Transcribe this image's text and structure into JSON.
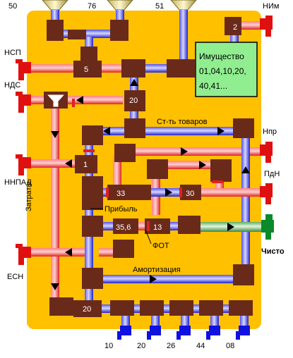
{
  "colors": {
    "board": "#ffc000",
    "pipe_red": "#ff3030",
    "pipe_blue": "#3a3aff",
    "pipe_green": "#7cc07c",
    "junction": "#6a2a1a",
    "asset_box": "#90ee90",
    "tap_red": "#e01010",
    "tap_green": "#0a8a2a",
    "tap_blue": "#1010e0"
  },
  "top_inlets": [
    "50",
    "76",
    "51"
  ],
  "right_outlets": [
    "НИм",
    "Нпр",
    "ПдН"
  ],
  "clean_outlet": "Чисто",
  "left_outlets": [
    "НСП",
    "НДС",
    "ННПАД",
    "ЕСН"
  ],
  "bottom_outlets": [
    "10",
    "20",
    "26",
    "44",
    "08"
  ],
  "assets_box": {
    "line1": "Имущество",
    "line2": "01,04,10,20,",
    "line3": "40,41..."
  },
  "nodes": {
    "n2": "2",
    "n5": "5",
    "n20_top": "20",
    "n1": "1",
    "n33": "33",
    "n30": "30",
    "n35_6": "35,6",
    "n13": "13",
    "n20_bottom": "20"
  },
  "flow_labels": {
    "goods_cost": "Ст-ть товаров",
    "costs": "Затраты",
    "profit": "Прибыль",
    "payroll": "ФОТ",
    "depreciation": "Амортизация"
  }
}
